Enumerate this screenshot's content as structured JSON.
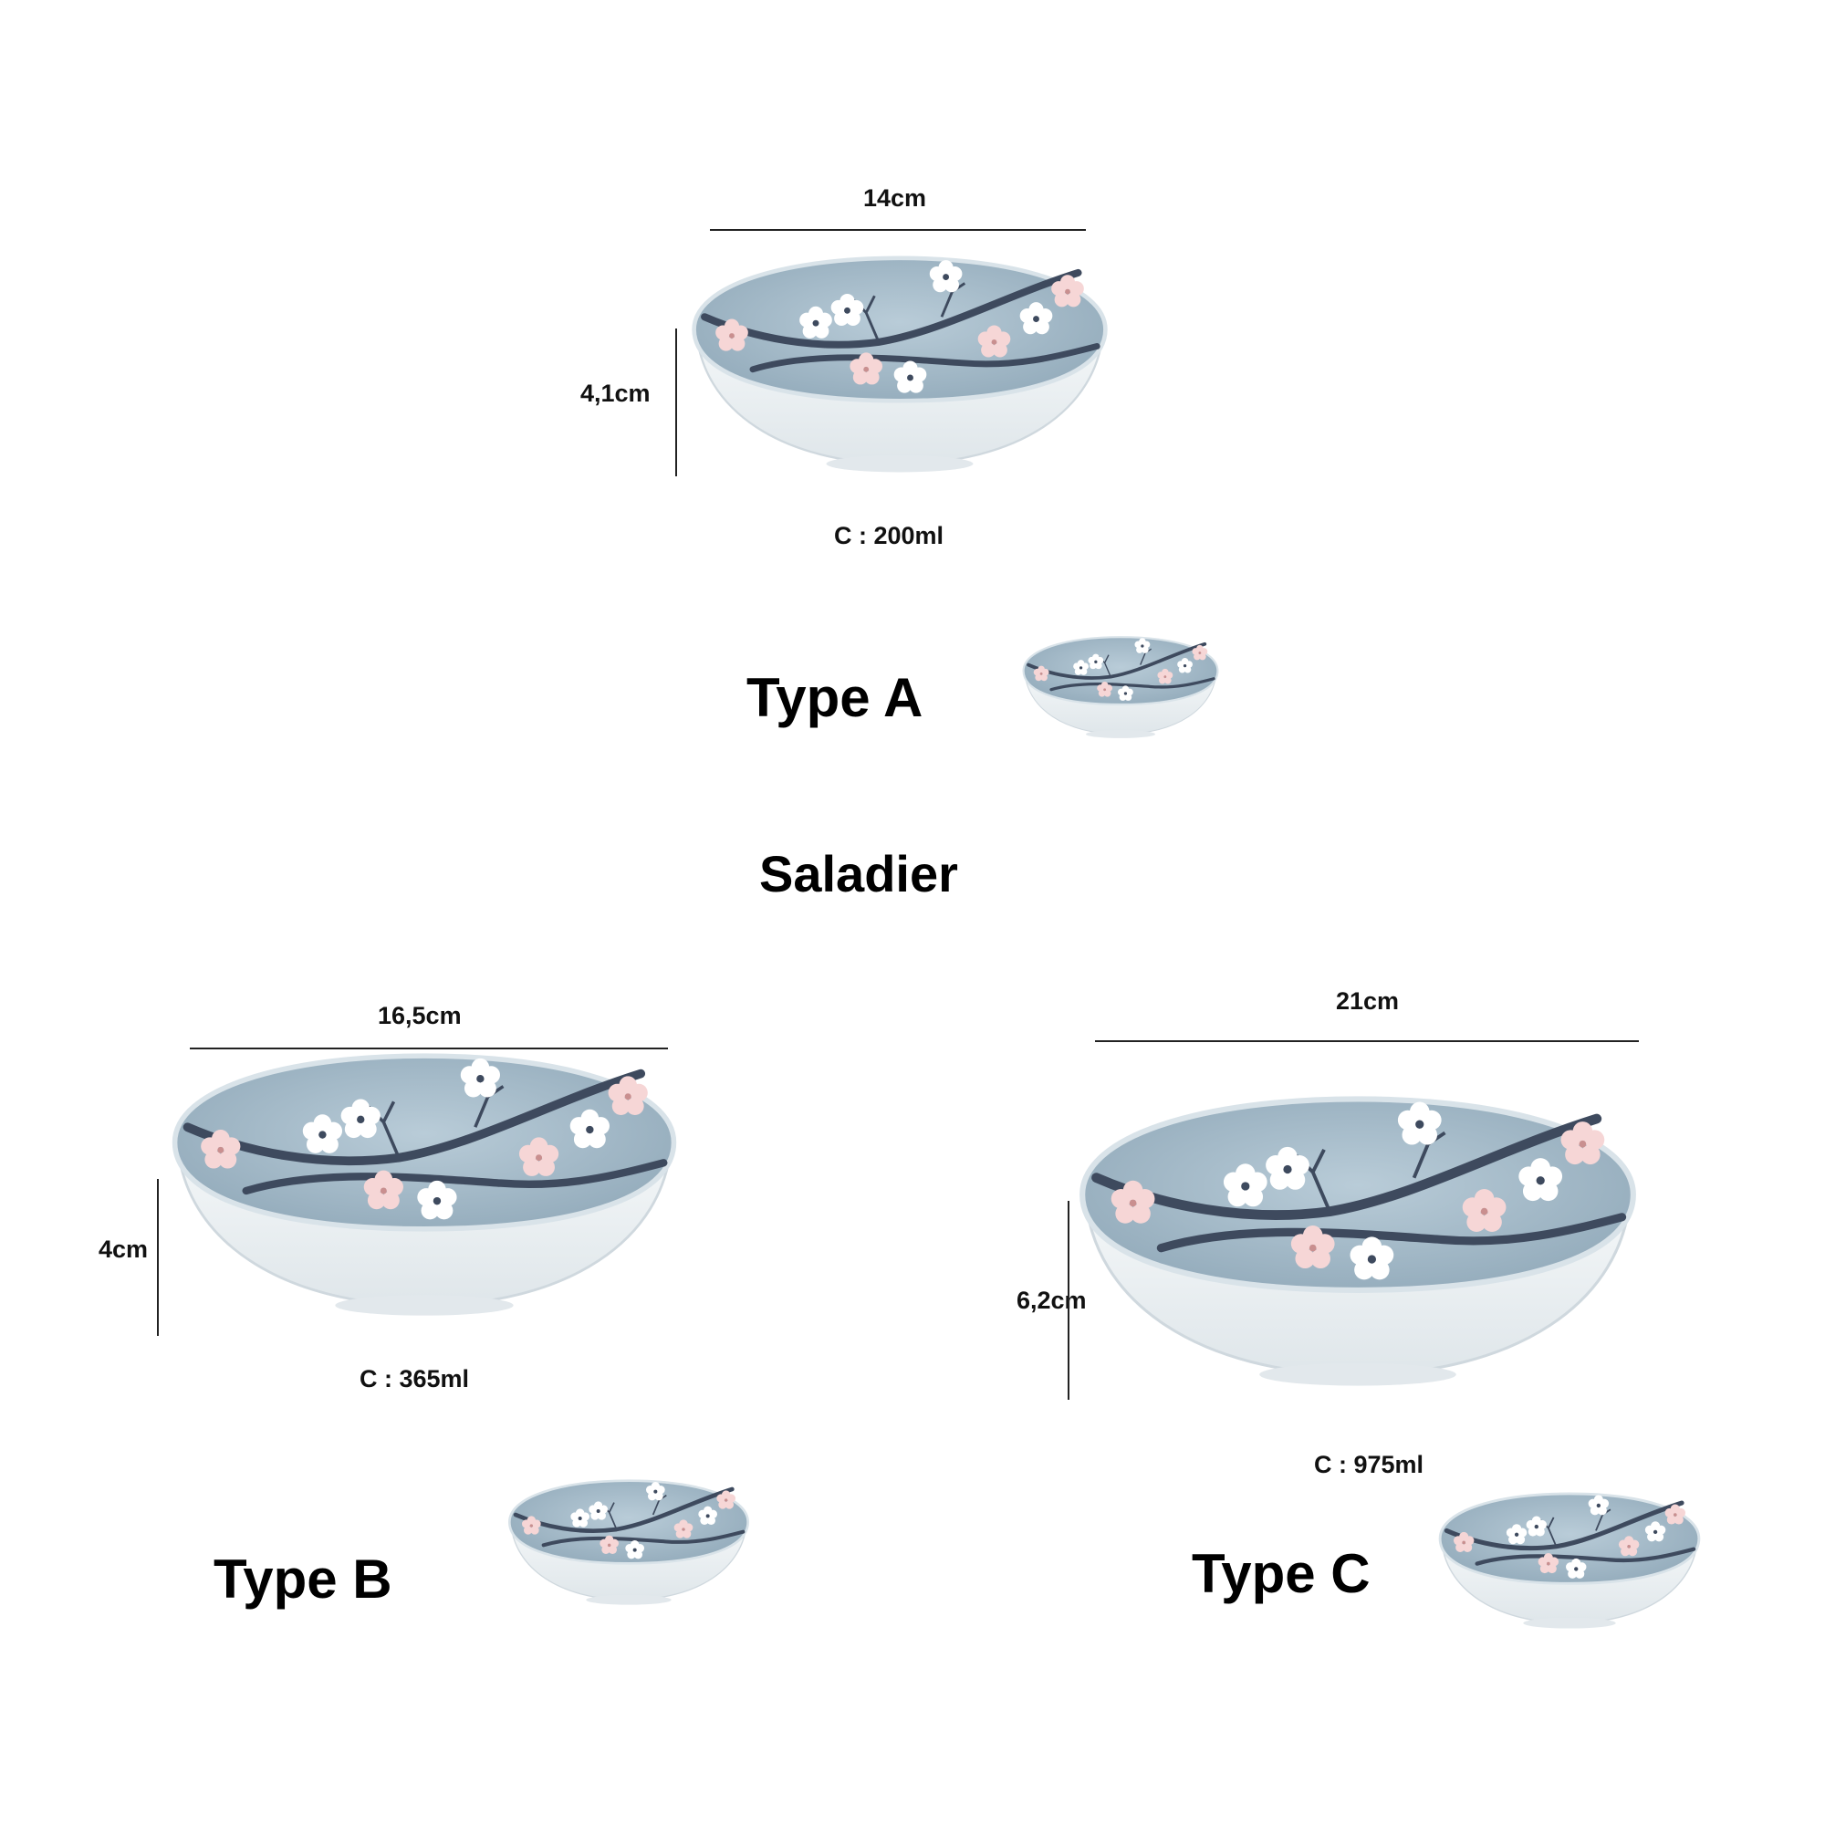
{
  "title": "Saladier",
  "colors": {
    "glaze": "#a9bfcd",
    "glaze_dark": "#8ea6b6",
    "ceramic": "#eef2f4",
    "branch": "#3e4a5e",
    "blossom_white": "#ffffff",
    "blossom_pink": "#f4d3d3"
  },
  "products": [
    {
      "type_label": "Type A",
      "width_label": "14cm",
      "height_label": "4,1cm",
      "capacity_label": "C : 200ml"
    },
    {
      "type_label": "Type B",
      "width_label": "16,5cm",
      "height_label": "4cm",
      "capacity_label": "C : 365ml"
    },
    {
      "type_label": "Type C",
      "width_label": "21cm",
      "height_label": "6,2cm",
      "capacity_label": "C : 975ml"
    }
  ]
}
